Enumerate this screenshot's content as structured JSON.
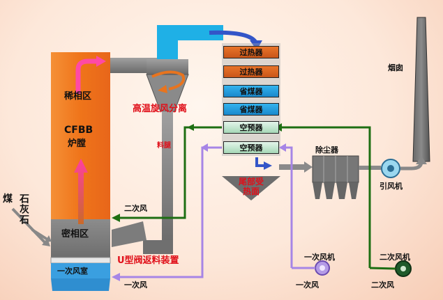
{
  "furnace": {
    "dilute_zone": "稀相区",
    "name_line1": "CFBB",
    "name_line2": "炉膛",
    "dense_zone": "密相区",
    "wind_box": "一次风室"
  },
  "feed": {
    "coal": "煤",
    "limestone": "石灰石"
  },
  "cyclone": {
    "label": "高温旋风分离",
    "downcomer": "料腿",
    "seal": "U型阀返料装置"
  },
  "tail": {
    "heat_exchangers": [
      "过热器",
      "过热器",
      "省煤器",
      "省煤器",
      "空预器",
      "空预器"
    ],
    "hopper": "尾部受热面"
  },
  "equipment": {
    "dust_collector": "除尘器",
    "id_fan": "引风机",
    "chimney": "烟囱",
    "primary_fan": "一次风机",
    "secondary_fan": "二次风机"
  },
  "air": {
    "secondary_to_furnace": "二次风",
    "primary_to_furnace": "一次风",
    "primary_fan_out": "一次风",
    "secondary_fan_out": "二次风"
  },
  "colors": {
    "furnace": "#f07a1e",
    "flue": "#808080",
    "secondary_air_line": "#1d6e12",
    "primary_air_line": "#a685e6",
    "inlet_duct": "#1fb0e6"
  }
}
